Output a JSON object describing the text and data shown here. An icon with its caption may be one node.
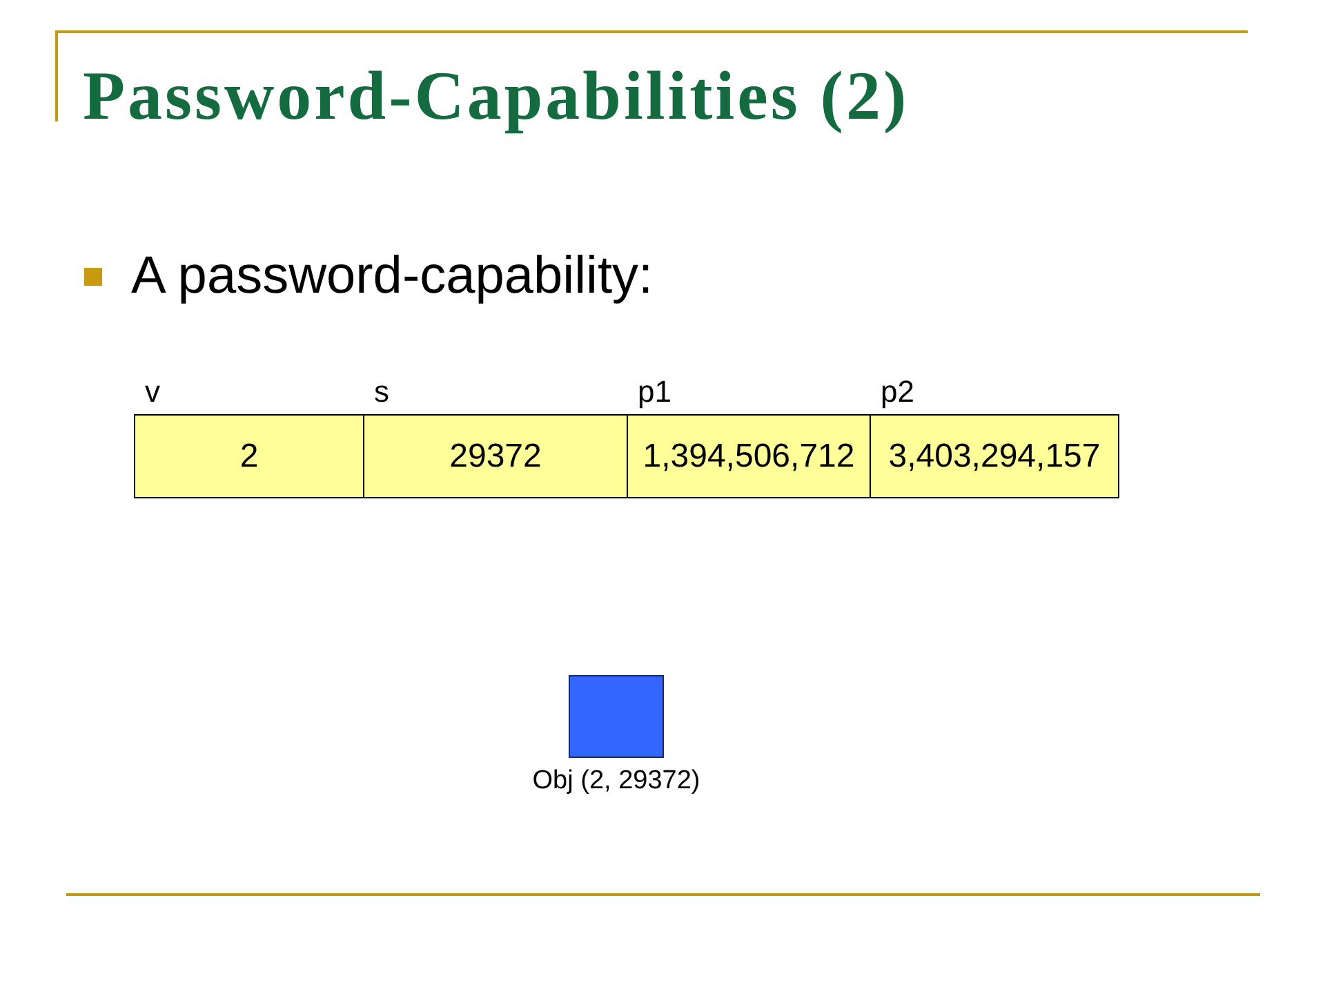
{
  "diagram": {
    "title": "Password-Capabilities (2)",
    "nodes": [
      {
        "text": [
          "v",
          "2"
        ]
      },
      {
        "text": [
          "s",
          "29372"
        ]
      },
      {
        "text": [
          "p1",
          "1,394,506,712"
        ]
      },
      {
        "text": [
          "p2",
          "3,403,294,157"
        ]
      },
      {
        "text": [],
        "shape": "box",
        "beside": [
          "Obj (2, 29372)"
        ]
      }
    ],
    "labels": [
      "A password-capability:"
    ]
  }
}
